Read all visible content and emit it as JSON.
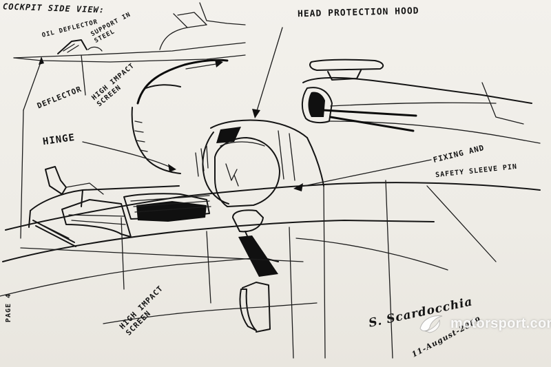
{
  "colors": {
    "paper": "#f1efea",
    "ink": "#141414",
    "watermark": "#ffffff"
  },
  "labels": {
    "cockpit_side_view": "COCKPIT SIDE VIEW:",
    "oil_deflector": "OIL DEFLECTOR",
    "support_in_steel": [
      "SUPPORT IN",
      "STEEL"
    ],
    "head_protection_hood": "HEAD PROTECTION HOOD",
    "deflector": "DEFLECTOR",
    "high_impact_screen_top": [
      "HIGH IMPACT",
      "SCREEN"
    ],
    "hinge": "HINGE",
    "fixing_and": "FIXING AND",
    "safety_sleeve_pin": "SAFETY SLEEVE PIN",
    "high_impact_screen_bottom": [
      "HIGH IMPACT",
      "SCREEN"
    ],
    "page_number": "PAGE 4",
    "signature_name": "S. Scardocchia",
    "signature_date": "11-August-2009"
  },
  "watermark": {
    "text": "motorsport.com",
    "icon": "motorsport-swirl-logo-icon"
  }
}
